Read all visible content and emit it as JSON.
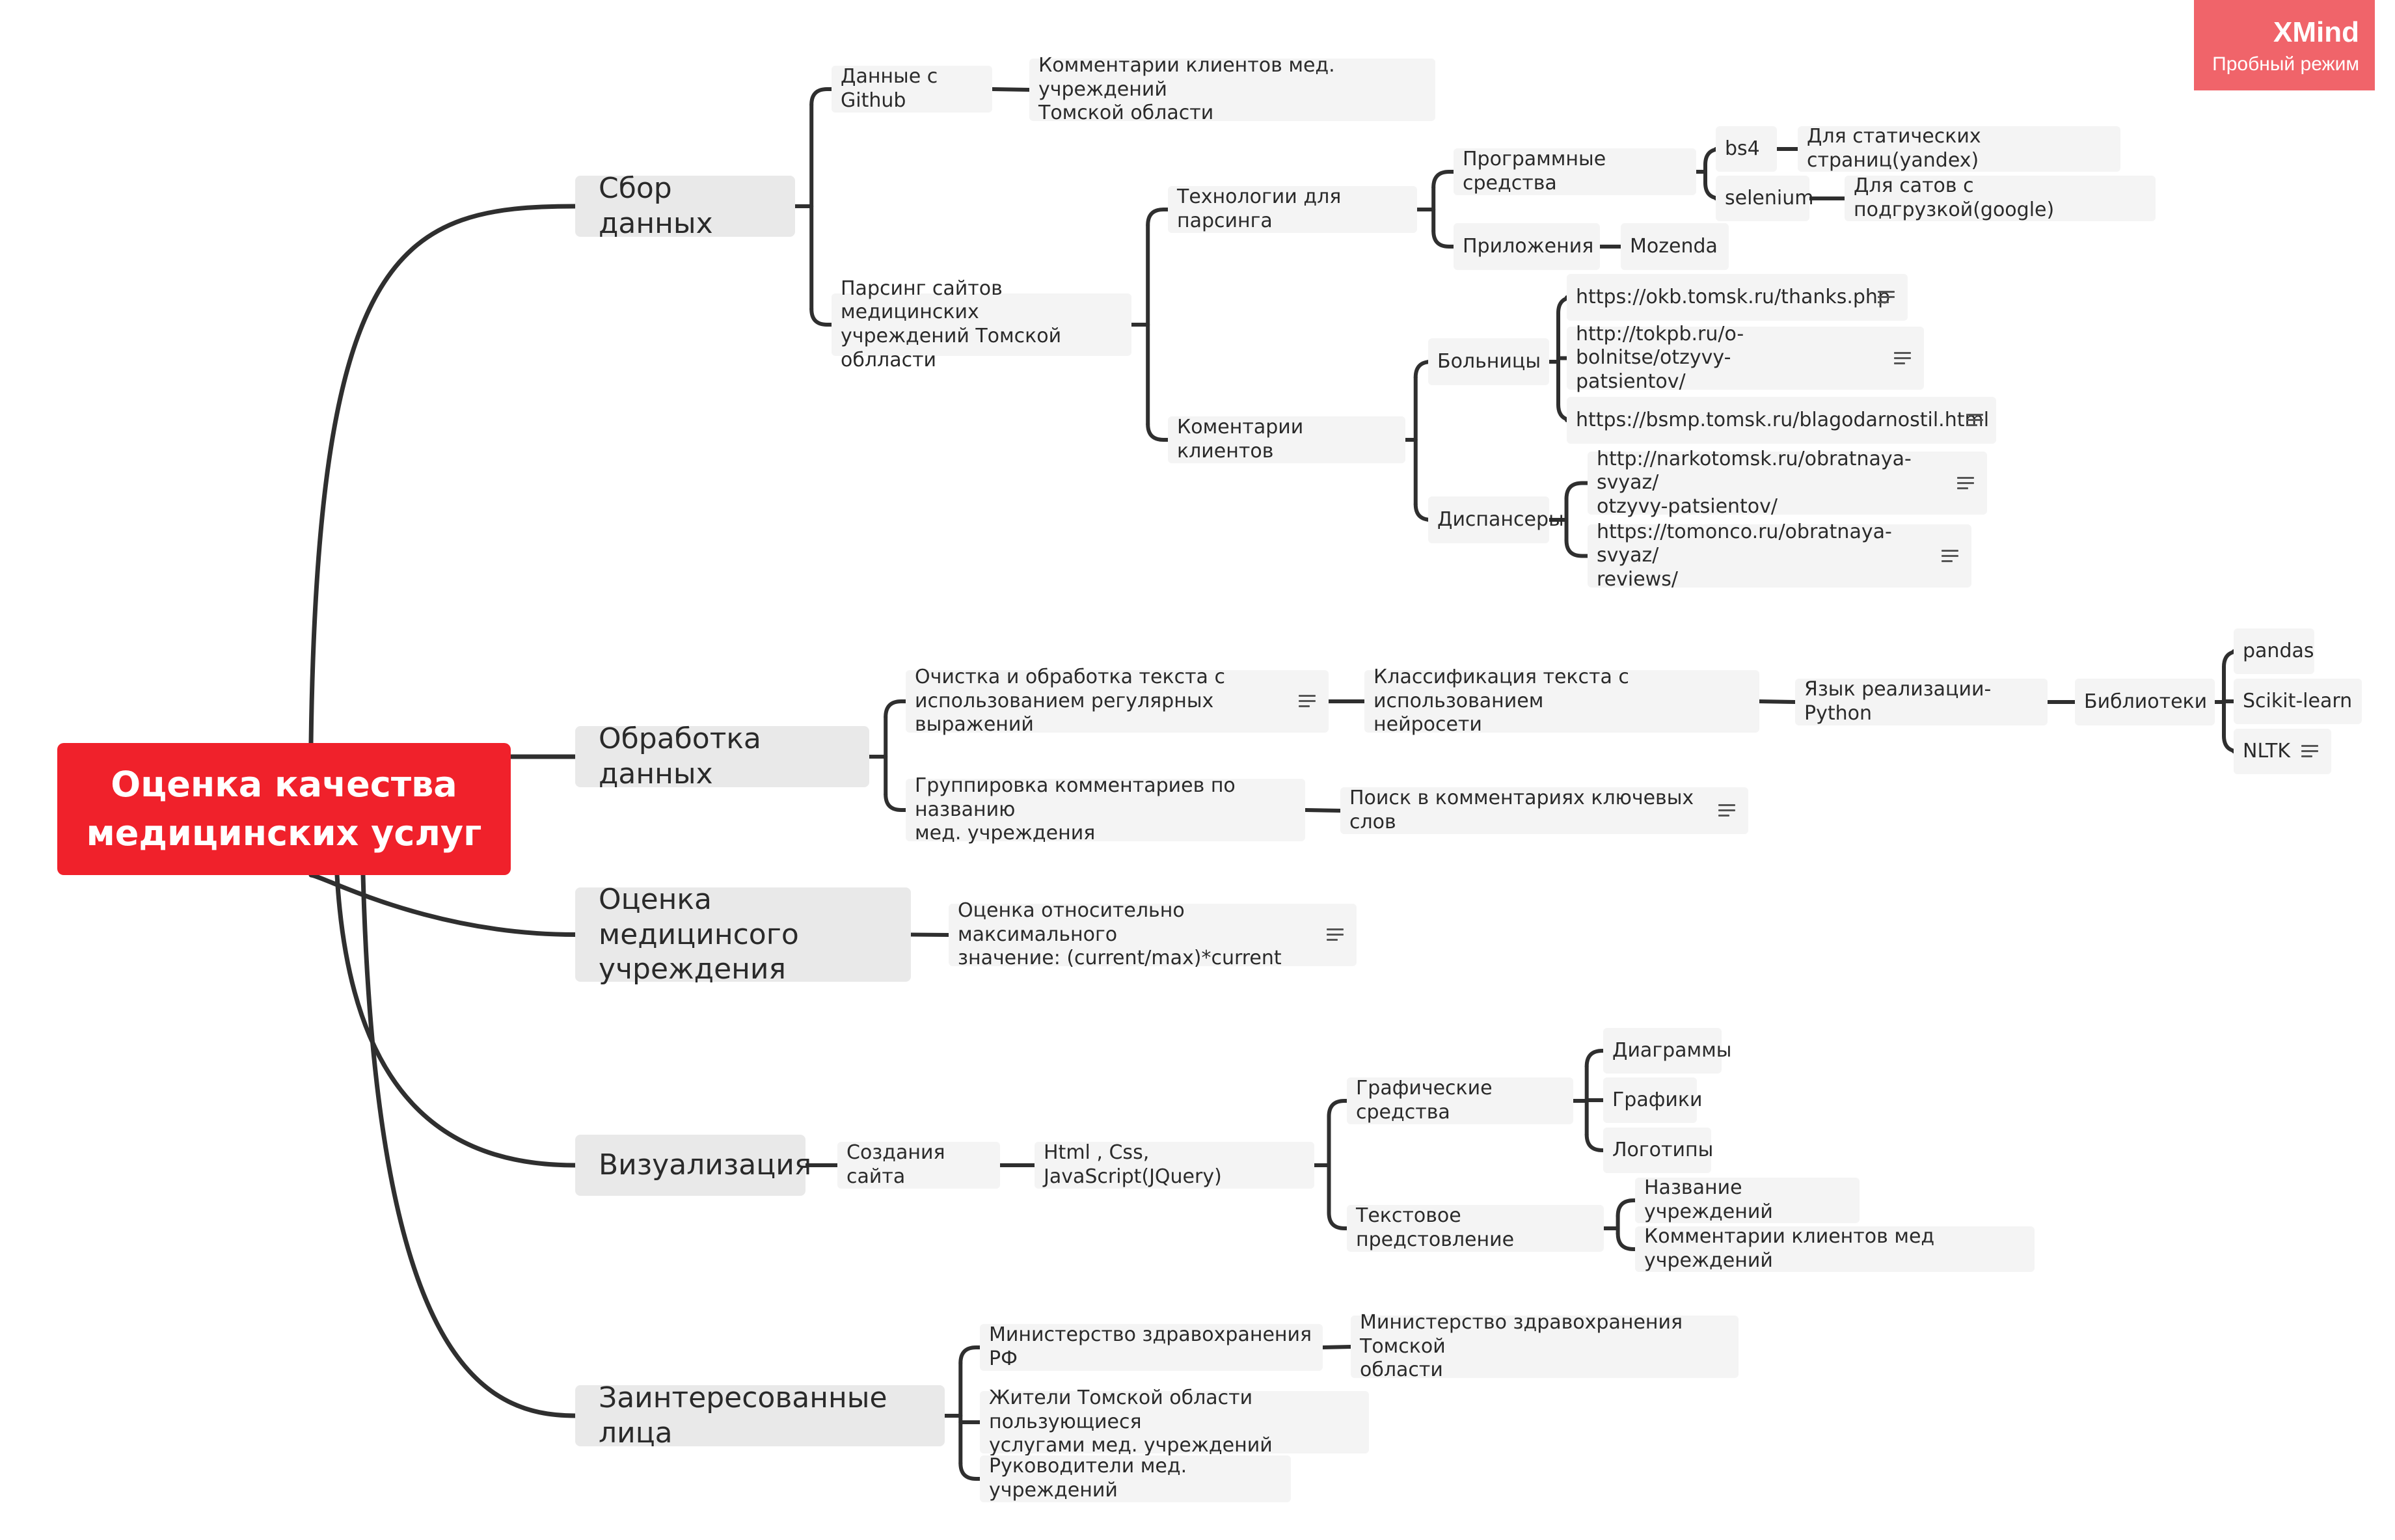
{
  "brand": {
    "name": "XMind",
    "mode": "Пробный режим"
  },
  "mindmap": {
    "root": "Оценка качества\nмедицинских услуг",
    "branches": [
      {
        "label": "Сбор данных",
        "children": [
          {
            "label": "Данные с Github",
            "children": [
              {
                "label": "Комментарии клиентов мед. учреждений\nТомской области"
              }
            ]
          },
          {
            "label": "Парсинг сайтов медицинских\nучреждений Томской облласти",
            "children": [
              {
                "label": "Технологии для парсинга",
                "children": [
                  {
                    "label": "Программные средства",
                    "children": [
                      {
                        "label": "bs4",
                        "children": [
                          {
                            "label": "Для статических страниц(yandex)"
                          }
                        ]
                      },
                      {
                        "label": "selenium",
                        "children": [
                          {
                            "label": "Для сатов с подгрузкой(google)"
                          }
                        ]
                      }
                    ]
                  },
                  {
                    "label": "Приложения",
                    "children": [
                      {
                        "label": "Mozenda"
                      }
                    ]
                  }
                ]
              },
              {
                "label": "Коментарии клиентов",
                "children": [
                  {
                    "label": "Больницы",
                    "children": [
                      {
                        "label": "https://okb.tomsk.ru/thanks.php",
                        "note": true
                      },
                      {
                        "label": "http://tokpb.ru/o-bolnitse/otzyvy-\npatsientov/",
                        "note": true
                      },
                      {
                        "label": "https://bsmp.tomsk.ru/blagodarnostil.html",
                        "note": true
                      }
                    ]
                  },
                  {
                    "label": "Диспансеры",
                    "children": [
                      {
                        "label": "http://narkotomsk.ru/obratnaya-svyaz/\notzyvy-patsientov/",
                        "note": true
                      },
                      {
                        "label": "https://tomonco.ru/obratnaya-svyaz/\nreviews/",
                        "note": true
                      }
                    ]
                  }
                ]
              }
            ]
          }
        ]
      },
      {
        "label": "Обработка данных",
        "children": [
          {
            "label": "Очистка и обработка текста с\nиспользованием регулярных выражений",
            "note": true,
            "children": [
              {
                "label": "Классификация текста с использованием\nнейросети",
                "children": [
                  {
                    "label": "Язык реализации-Python",
                    "children": [
                      {
                        "label": "Библиотеки",
                        "children": [
                          {
                            "label": "pandas"
                          },
                          {
                            "label": "Scikit-learn"
                          },
                          {
                            "label": "NLTK",
                            "note": true
                          }
                        ]
                      }
                    ]
                  }
                ]
              }
            ]
          },
          {
            "label": "Группировка комментариев по названию\nмед. учреждения",
            "children": [
              {
                "label": "Поиск в комментариях ключевых слов",
                "note": true
              }
            ]
          }
        ]
      },
      {
        "label": "Оценка медицинсого\nучреждения",
        "children": [
          {
            "label": "Оценка относительно максимального\nзначение: (current/max)*current",
            "note": true
          }
        ]
      },
      {
        "label": "Визуализация",
        "children": [
          {
            "label": "Создания сайта",
            "children": [
              {
                "label": "Html , Css, JavaScript(JQuery)",
                "children": [
                  {
                    "label": "Графические средства",
                    "children": [
                      {
                        "label": "Диаграммы"
                      },
                      {
                        "label": "Графики"
                      },
                      {
                        "label": "Логотипы"
                      }
                    ]
                  },
                  {
                    "label": "Текстовое предстовление",
                    "children": [
                      {
                        "label": "Название учреждений"
                      },
                      {
                        "label": "Комментарии клиентов мед учреждений"
                      }
                    ]
                  }
                ]
              }
            ]
          }
        ]
      },
      {
        "label": "Заинтересованные лица",
        "children": [
          {
            "label": "Министерство здравохранения РФ",
            "children": [
              {
                "label": "Министерство здравохранения Томской\nобласти"
              }
            ]
          },
          {
            "label": "Жители Томской области пользующиеся\nуслугами мед. учреждений"
          },
          {
            "label": "Руководители мед. учреждений"
          }
        ]
      }
    ]
  }
}
